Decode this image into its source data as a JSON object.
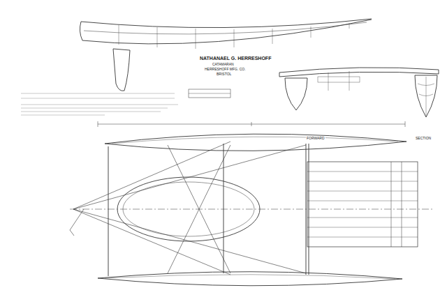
{
  "diagram": {
    "title": "NATHANAEL G. HERRESHOFF",
    "labels": [
      "CATAMARAN",
      "HERRESHOFF MFG. CO.",
      "BRISTOL",
      "FORWARD",
      "SECTION"
    ]
  }
}
